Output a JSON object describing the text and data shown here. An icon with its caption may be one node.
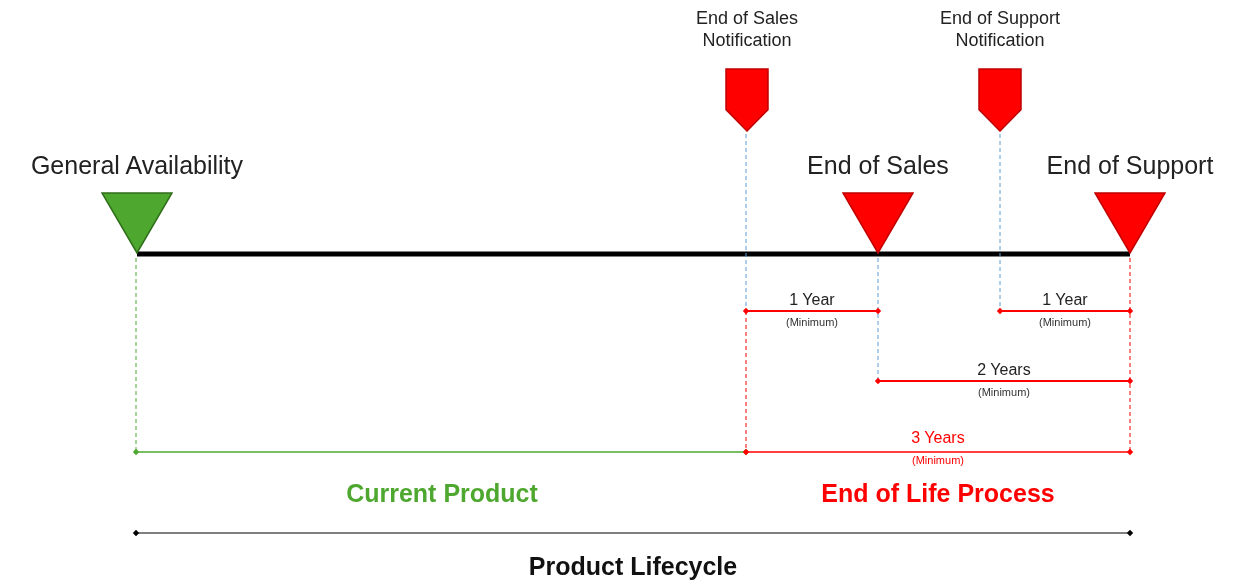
{
  "diagram": {
    "nodes": [
      {
        "text": [
          "General Availability"
        ]
      },
      {
        "text": [
          "End of Sales Notification"
        ]
      },
      {
        "text": [
          "End of Sales"
        ]
      },
      {
        "text": [
          "End of Support Notification"
        ]
      },
      {
        "text": [
          "End of Support"
        ]
      }
    ],
    "edges": [
      {
        "from": 0,
        "to": 2,
        "arrow": "none"
      },
      {
        "from": 2,
        "to": 4,
        "arrow": "none"
      }
    ],
    "labels": [
      "1 Year",
      "(Minimum)",
      "1 Year",
      "(Minimum)",
      "2 Years",
      "(Minimum)",
      "3 Years",
      "(Minimum)",
      "Current Product",
      "End of Life Process",
      "Product Lifecycle"
    ]
  }
}
